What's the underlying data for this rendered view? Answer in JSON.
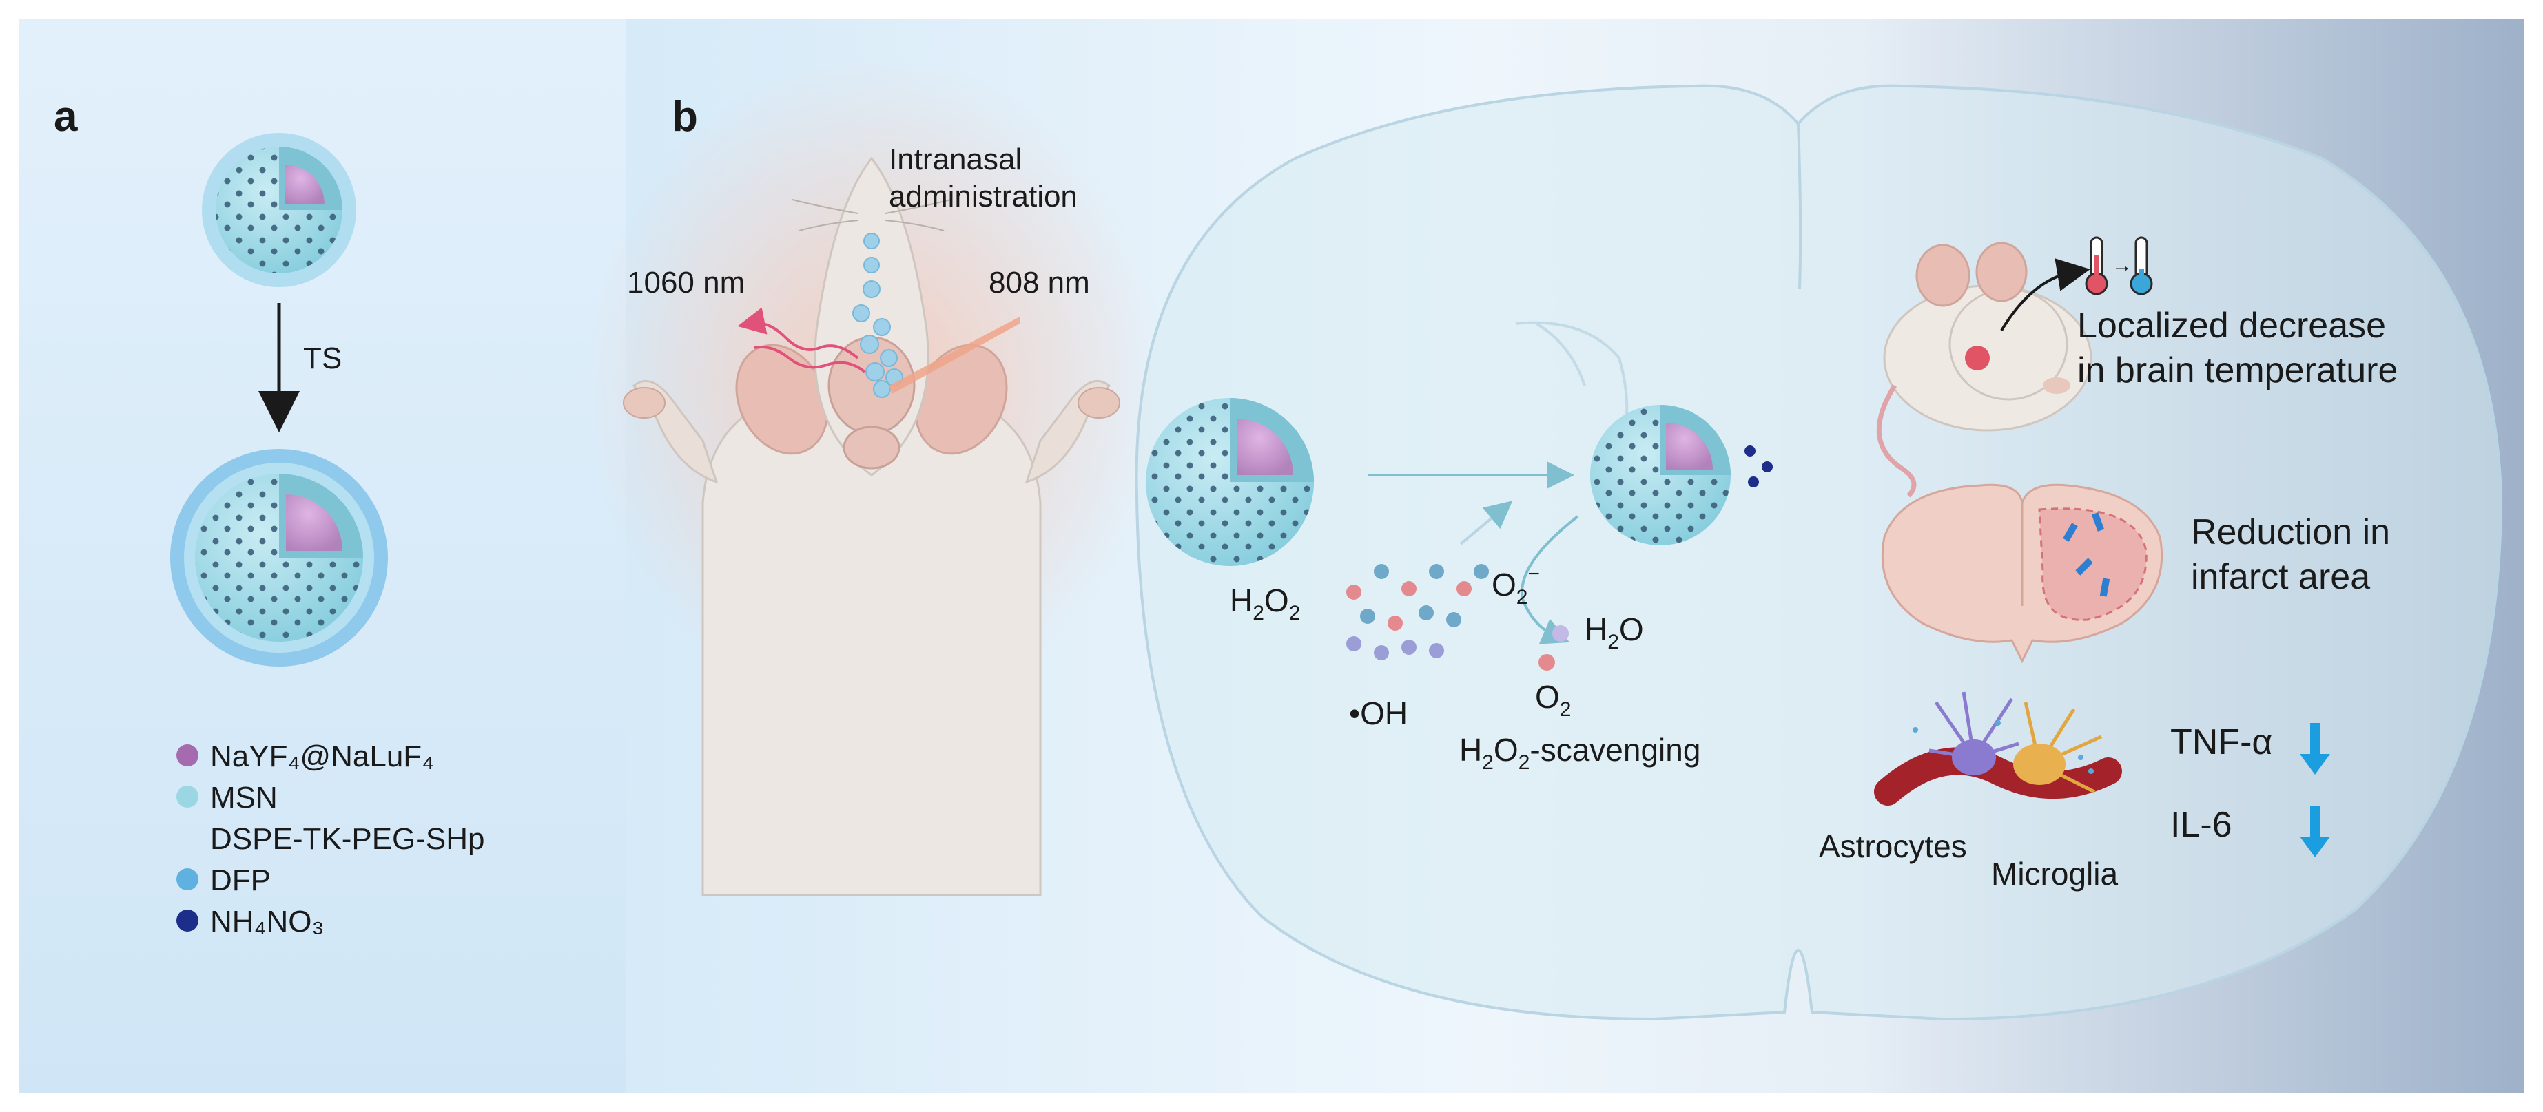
{
  "panel_a": {
    "letter": "a",
    "arrow_label": "TS",
    "legend": [
      {
        "label": "NaYF₄@NaLuF₄",
        "color": "#a66aae"
      },
      {
        "label": "MSN",
        "color": "#9bd6e3"
      },
      {
        "label": "DSPE-TK-PEG-SHp",
        "color": ""
      },
      {
        "label": "DFP",
        "color": "#5fb2e0"
      },
      {
        "label": "NH₄NO₃",
        "color": "#1d2d8a"
      }
    ]
  },
  "panel_b": {
    "letter": "b",
    "route": {
      "line1": "Intranasal",
      "line2": "administration"
    },
    "emission": "1060 nm",
    "excitation": "808 nm",
    "ros": {
      "h2o2": "H",
      "h2o2_sub": "2",
      "h2o2_mid": "O",
      "h2o2_sub2": "2",
      "superoxide": "O",
      "superoxide_sub": "2",
      "superoxide_sup": "−",
      "hydroxyl": "•OH",
      "water": "H",
      "water_sub": "2",
      "water_end": "O",
      "oxygen": "O",
      "oxygen_sub": "2",
      "scavenging_pre": "H",
      "scavenging_sub": "2",
      "scavenging_mid": "O",
      "scavenging_sub2": "2",
      "scavenging_post": "-scavenging"
    },
    "outcomes": {
      "temperature": {
        "line1": "Localized decrease",
        "line2": "in brain temperature"
      },
      "infarct": {
        "line1": "Reduction in",
        "line2": "infarct area"
      },
      "cytokines": [
        "TNF-α",
        "IL-6"
      ],
      "cells": [
        "Astrocytes",
        "Microglia"
      ]
    }
  },
  "colors": {
    "arrow_down": "#1b9ee0",
    "h2o2_red": "#e48a8e",
    "h2o2_blue": "#6fa9c9",
    "oh_purple": "#9b9dd6"
  }
}
